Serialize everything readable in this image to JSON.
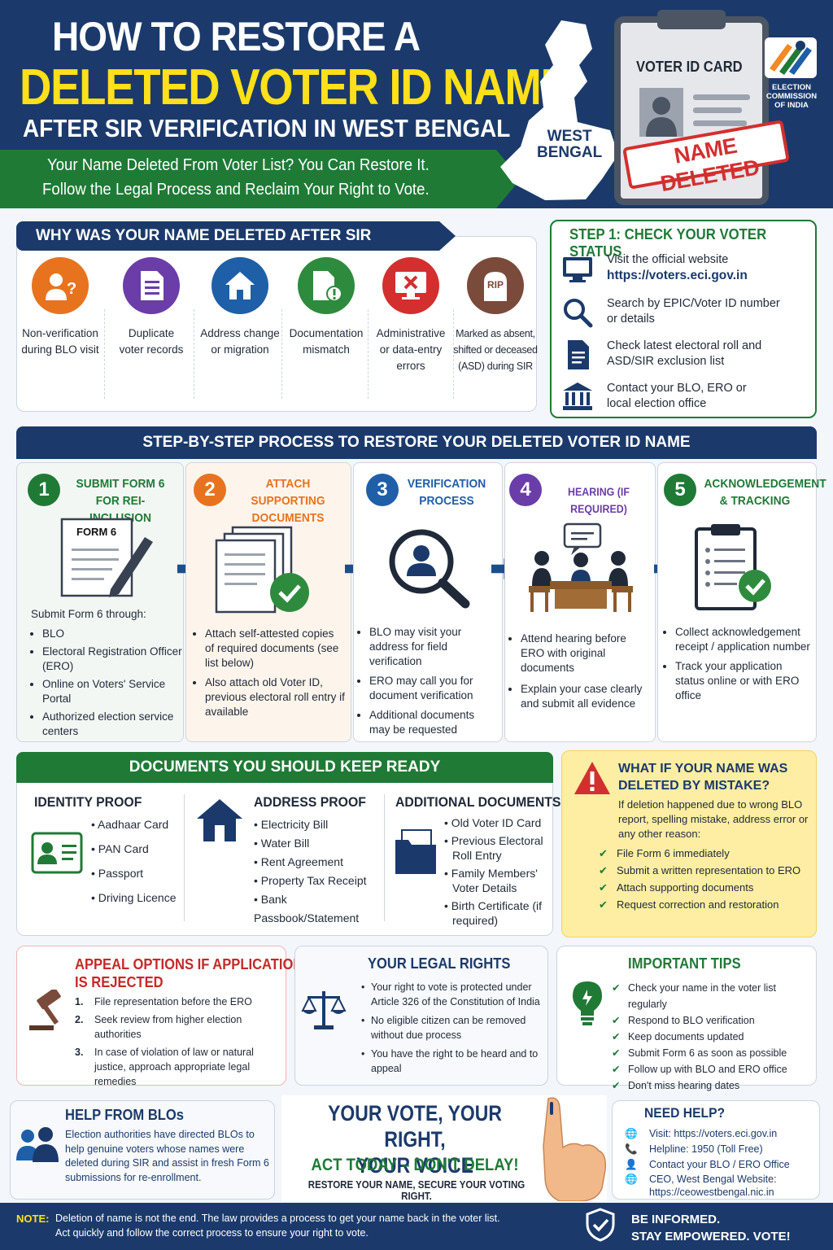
{
  "header": {
    "line1": "HOW TO RESTORE A",
    "line2": "DELETED VOTER ID NAME",
    "line3": "AFTER SIR VERIFICATION IN WEST BENGAL",
    "banner1": "Your Name Deleted From Voter List? You Can Restore It.",
    "banner2": "Follow the Legal Process and Reclaim Your Right to Vote.",
    "map_label1": "WEST",
    "map_label2": "BENGAL",
    "card_title": "VOTER ID CARD",
    "stamp": "NAME DELETED",
    "eci1": "ELECTION",
    "eci2": "COMMISSION",
    "eci3": "OF INDIA"
  },
  "why": {
    "title": "WHY WAS YOUR NAME DELETED AFTER SIR VERIFICATION?",
    "reasons": [
      {
        "l1": "Non-verification",
        "l2": "during BLO visit",
        "l3": ""
      },
      {
        "l1": "Duplicate",
        "l2": "voter records",
        "l3": ""
      },
      {
        "l1": "Address change",
        "l2": "or migration",
        "l3": ""
      },
      {
        "l1": "Documentation",
        "l2": "mismatch",
        "l3": ""
      },
      {
        "l1": "Administrative",
        "l2": "or data-entry",
        "l3": "errors"
      },
      {
        "l1": "Marked as absent,",
        "l2": "shifted or deceased",
        "l3": "(ASD) during SIR"
      }
    ],
    "rip": "RIP"
  },
  "step1": {
    "title": "STEP 1: CHECK YOUR VOTER STATUS",
    "items": [
      {
        "l1": "Visit the official website",
        "l2": "https://voters.eci.gov.in"
      },
      {
        "l1": "Search by EPIC/Voter ID number",
        "l2": "or details"
      },
      {
        "l1": "Check latest electoral roll and",
        "l2": "ASD/SIR exclusion list"
      },
      {
        "l1": "Contact your BLO, ERO or",
        "l2": "local election office"
      }
    ]
  },
  "process": {
    "title": "STEP-BY-STEP PROCESS TO RESTORE YOUR DELETED VOTER ID NAME",
    "steps": [
      {
        "num": "1",
        "t1": "SUBMIT FORM 6",
        "t2": "FOR REI-INCLUSION",
        "form": "FORM 6",
        "intro": "Submit Form 6 through:",
        "b": [
          "BLO",
          "Electoral Registration Officer (ERO)",
          "Online on Voters' Service Portal",
          "Authorized election service centers"
        ]
      },
      {
        "num": "2",
        "t1": "ATTACH SUPPORTING",
        "t2": "DOCUMENTS",
        "b": [
          "Attach self-attested copies of required documents (see list below)",
          "Also attach old Voter ID, previous electoral roll entry if available"
        ]
      },
      {
        "num": "3",
        "t1": "VERIFICATION",
        "t2": "PROCESS",
        "b": [
          "BLO may visit your address for field verification",
          "ERO may call you for document verification",
          "Additional documents may be requested"
        ]
      },
      {
        "num": "4",
        "t1": "HEARING (IF REQUIRED)",
        "t2": "",
        "b": [
          "Attend hearing before ERO with original documents",
          "Explain your case clearly and submit all evidence"
        ]
      },
      {
        "num": "5",
        "t1": "ACKNOWLEDGEMENT",
        "t2": "& TRACKING",
        "b": [
          "Collect acknowledgement receipt / application number",
          "Track your application status online or with ERO office"
        ]
      }
    ]
  },
  "docs": {
    "title": "DOCUMENTS YOU SHOULD KEEP READY",
    "identity": {
      "h": "IDENTITY PROOF",
      "items": [
        "Aadhaar Card",
        "PAN Card",
        "Passport",
        "Driving Licence"
      ]
    },
    "address": {
      "h": "ADDRESS PROOF",
      "items": [
        "Electricity Bill",
        "Water Bill",
        "Rent Agreement",
        "Property Tax Receipt",
        "Bank Passbook/Statement"
      ]
    },
    "additional": {
      "h": "ADDITIONAL DOCUMENTS",
      "items": [
        "Old Voter ID Card",
        "Previous Electoral Roll Entry",
        "Family Members' Voter Details",
        "Birth Certificate (if required)"
      ]
    }
  },
  "mistake": {
    "t1": "WHAT IF YOUR NAME WAS",
    "t2": "DELETED BY MISTAKE?",
    "intro": "If deletion happened due to wrong BLO report, spelling mistake, address error or any other reason:",
    "items": [
      "File Form 6 immediately",
      "Submit a written representation to ERO",
      "Attach supporting documents",
      "Request correction and restoration"
    ]
  },
  "appeal": {
    "t1": "APPEAL OPTIONS IF APPLICATION",
    "t2": "IS REJECTED",
    "items": [
      "File representation before the ERO",
      "Seek review from higher election authorities",
      "In case of violation of law or natural justice, approach appropriate legal remedies"
    ]
  },
  "rights": {
    "title": "YOUR LEGAL RIGHTS",
    "items": [
      "Your right to vote is protected under Article 326 of the Constitution of India",
      "No eligible citizen can be removed without due process",
      "You have the right to be heard and to appeal"
    ]
  },
  "tips": {
    "title": "IMPORTANT TIPS",
    "items": [
      "Check your name in the voter list regularly",
      "Respond to BLO verification",
      "Keep documents updated",
      "Submit Form 6 as soon as possible",
      "Follow up with BLO and ERO office",
      "Don't miss hearing dates"
    ]
  },
  "blo": {
    "title": "HELP FROM BLOs",
    "text": "Election authorities have directed BLOs to help genuine voters whose names were deleted during SIR and assist in fresh Form 6 submissions for re-enrollment."
  },
  "vote": {
    "l1": "YOUR VOTE, YOUR RIGHT,",
    "l2": "YOUR VOICE",
    "l3": "ACT TODAY – DON'T DELAY!",
    "l4": "RESTORE YOUR NAME, SECURE YOUR VOTING RIGHT."
  },
  "help": {
    "title": "NEED HELP?",
    "items": [
      "Visit: https://voters.eci.gov.in",
      "Helpline: 1950 (Toll Free)",
      "Contact your BLO / ERO Office",
      "CEO, West Bengal Website: https://ceowestbengal.nic.in"
    ]
  },
  "footer": {
    "note_label": "NOTE:",
    "note1": "Deletion of name is not the end. The law provides a process to get your name back in the voter list.",
    "note2": "Act quickly and follow the correct process to ensure your right to vote.",
    "tag1": "BE INFORMED.",
    "tag2": "STAY EMPOWERED. VOTE!"
  },
  "colors": {
    "navy": "#1b3a6b",
    "yellow": "#ffe019",
    "green": "#1f7a36",
    "orange": "#e8731e",
    "red": "#d32f2f",
    "purple": "#6a3da8",
    "blue": "#1e5fa8"
  }
}
